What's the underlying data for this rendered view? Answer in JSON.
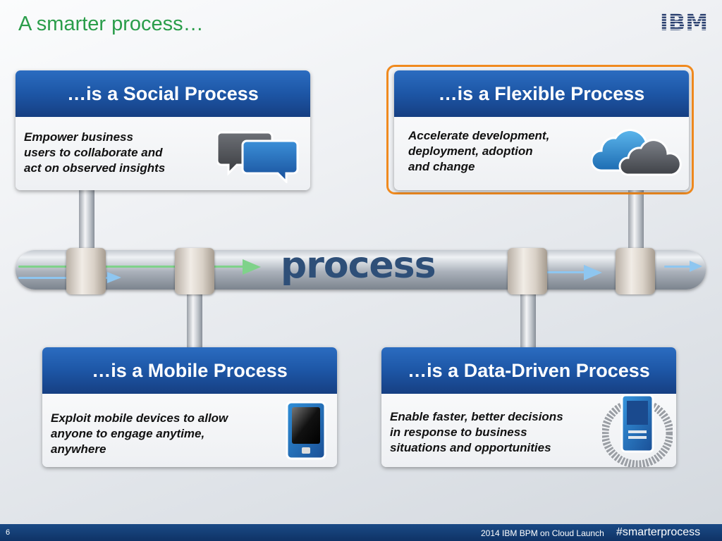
{
  "slide": {
    "title": "A smarter process…",
    "center_word": "process",
    "logo_text": "IBM"
  },
  "cards": {
    "social": {
      "heading": "…is a Social Process",
      "lines": [
        "Empower business",
        "users to collaborate and",
        "act on observed insights"
      ],
      "icon": "chat-bubbles-icon"
    },
    "flexible": {
      "heading": "…is a Flexible Process",
      "lines": [
        "Accelerate development,",
        "deployment, adoption",
        "and change"
      ],
      "icon": "cloud-icon"
    },
    "mobile": {
      "heading": "…is a Mobile Process",
      "lines": [
        "Exploit mobile devices to allow",
        "anyone to engage anytime,",
        "anywhere"
      ],
      "icon": "mobile-device-icon"
    },
    "data": {
      "heading": "…is a Data-Driven Process",
      "lines": [
        "Enable faster, better decisions",
        "in response to business",
        "situations and opportunities"
      ],
      "icon": "server-data-icon"
    }
  },
  "footer": {
    "page_number": "6",
    "event": "2014 IBM BPM on Cloud Launch",
    "hashtag": "#smarterprocess"
  },
  "colors": {
    "title_green": "#2a9d4a",
    "card_header_blue": "#1d56a6",
    "highlight_orange": "#f08a1f",
    "footer_blue": "#123b73"
  }
}
